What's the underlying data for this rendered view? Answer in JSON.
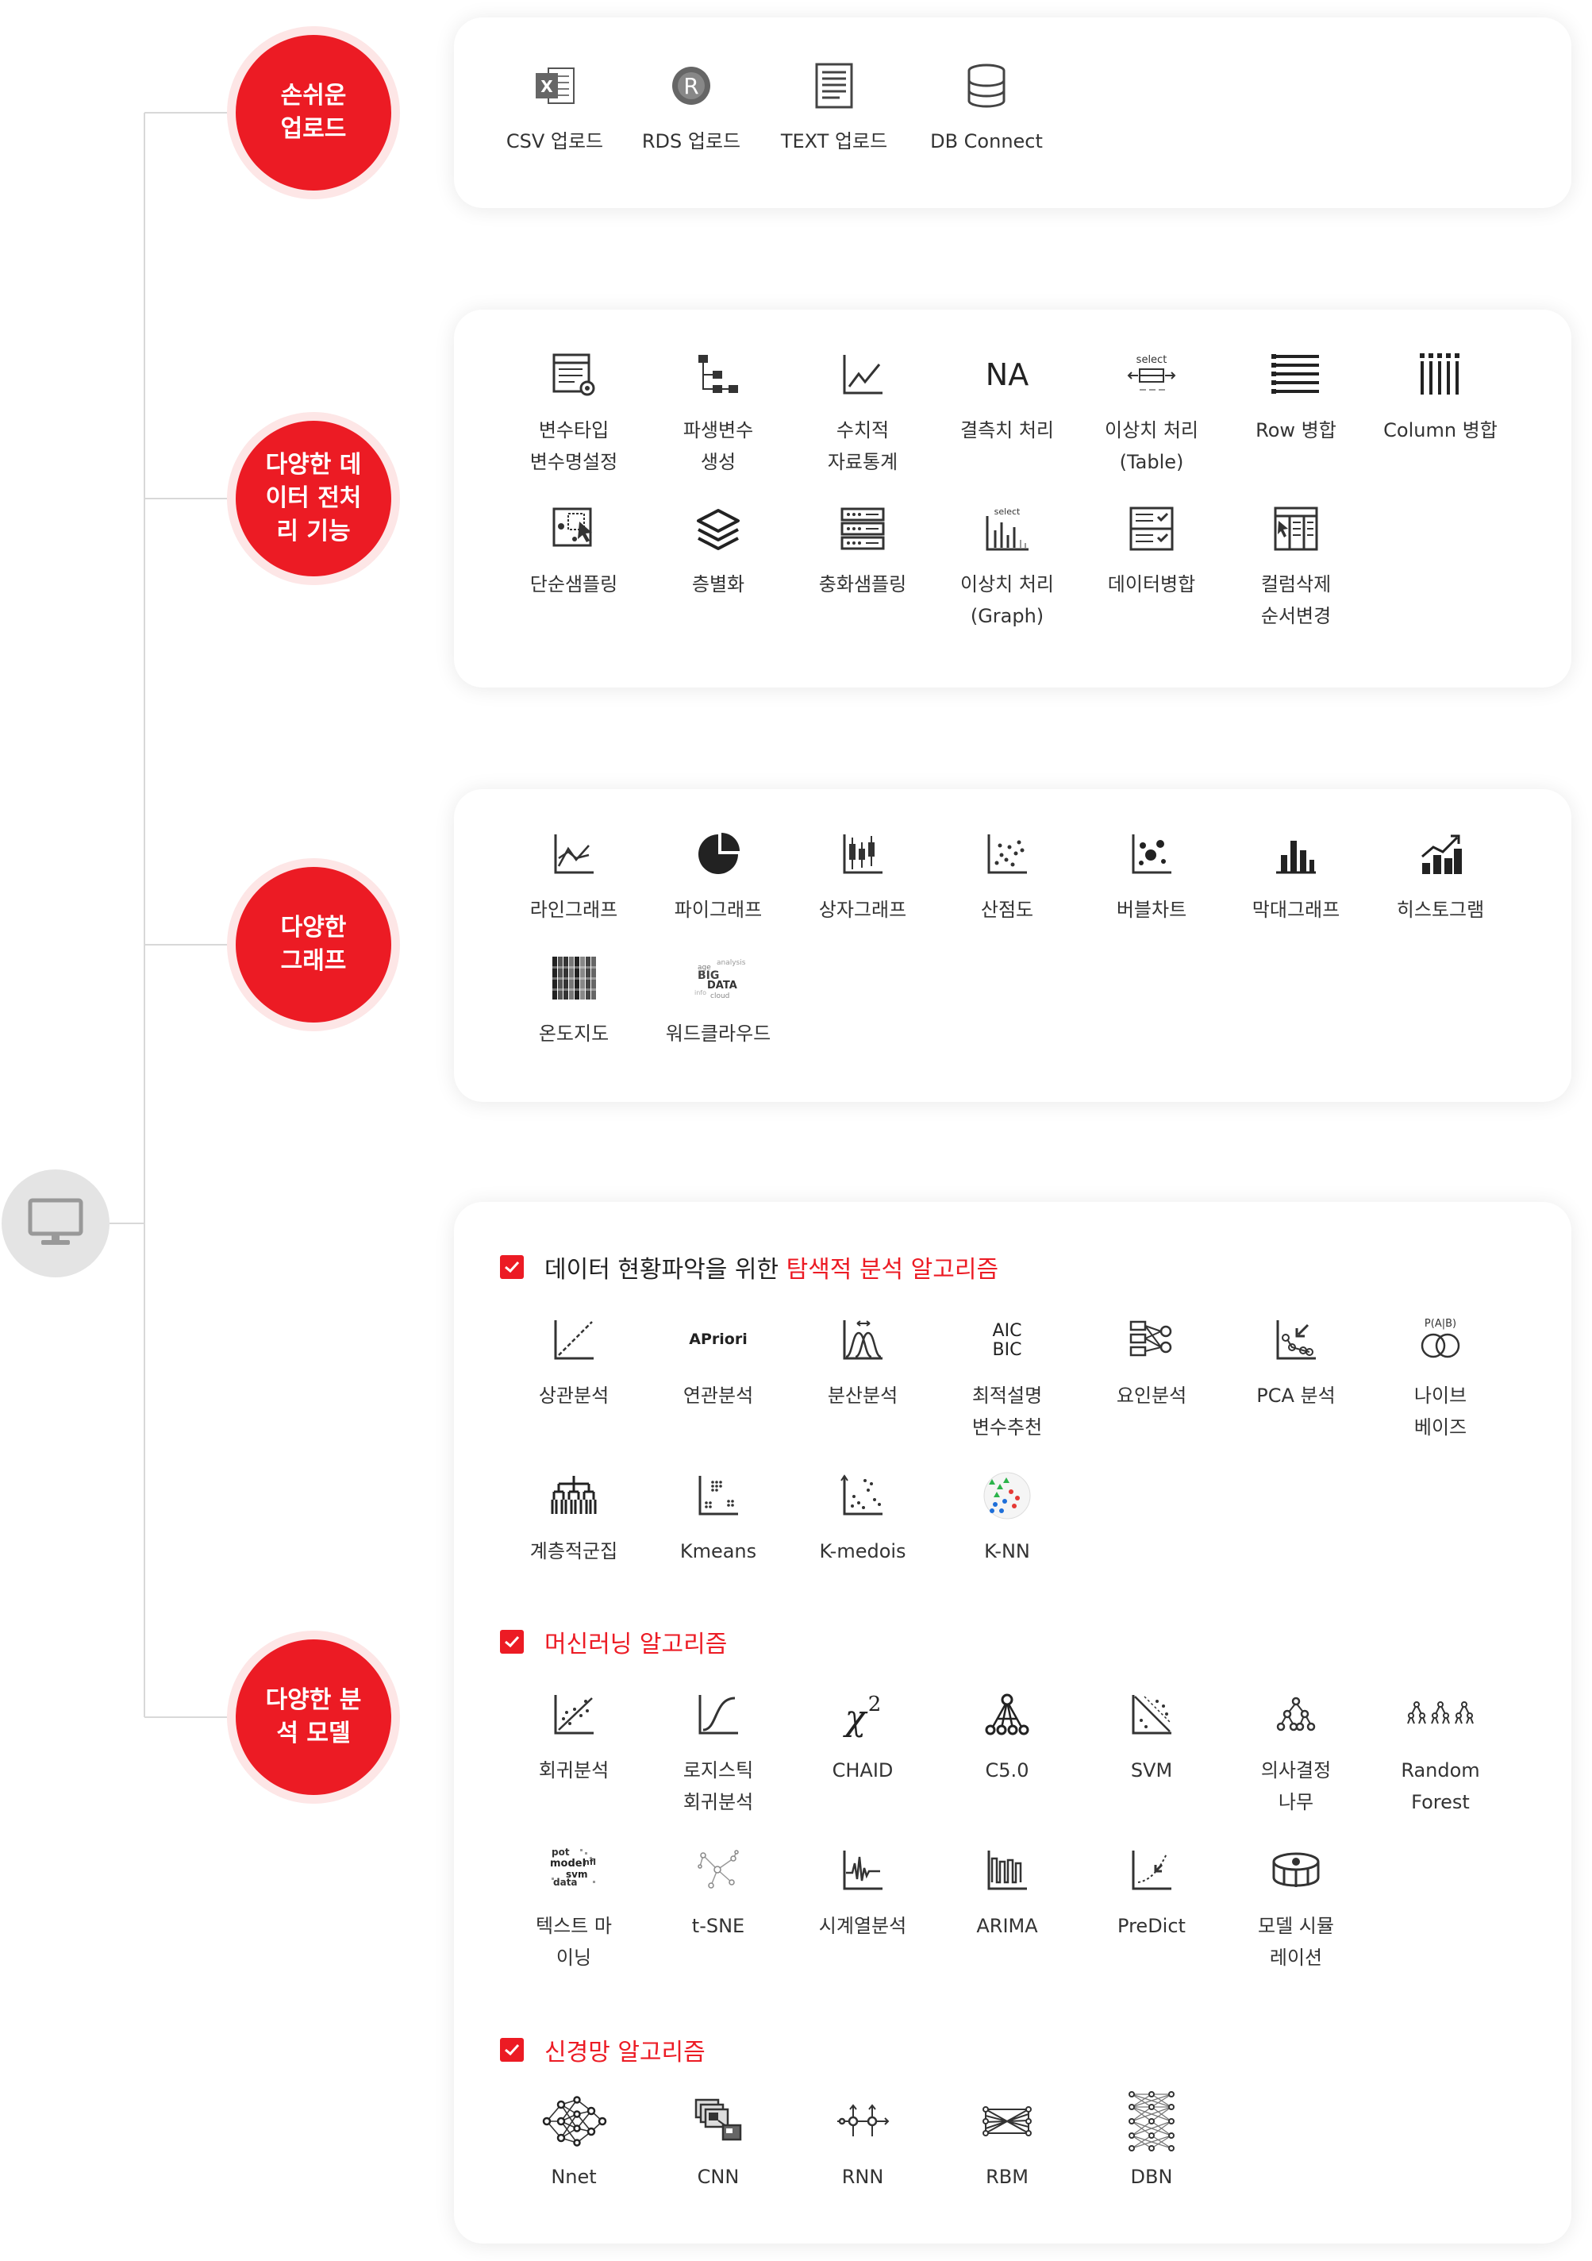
{
  "colors": {
    "accent": "#ec1b24",
    "accent_light": "#fde6e6",
    "root": "#e4e4e4"
  },
  "root": {
    "icon": "monitor-icon"
  },
  "categories": [
    {
      "label": "손쉬운\n업로드"
    },
    {
      "label": "다양한 데\n이터 전처\n리 기능"
    },
    {
      "label": "다양한\n그래프"
    },
    {
      "label": "다양한 분\n석 모델"
    }
  ],
  "upload": [
    {
      "label": "CSV 업로드",
      "icon": "excel-icon"
    },
    {
      "label": "RDS 업로드",
      "icon": "r-icon"
    },
    {
      "label": "TEXT 업로드",
      "icon": "text-file-icon"
    },
    {
      "label": "DB Connect",
      "icon": "database-icon"
    }
  ],
  "preprocess": [
    {
      "label": "변수타입\n변수명설정",
      "icon": "variable-settings-icon"
    },
    {
      "label": "파생변수\n생성",
      "icon": "derived-variable-icon"
    },
    {
      "label": "수치적\n자료통계",
      "icon": "stats-icon"
    },
    {
      "label": "결측치 처리",
      "icon": "na-icon",
      "text": "NA"
    },
    {
      "label": "이상치 처리\n(Table)",
      "icon": "outlier-table-icon",
      "text": "select"
    },
    {
      "label": "Row 병합",
      "icon": "row-merge-icon"
    },
    {
      "label": "Column 병합",
      "icon": "column-merge-icon"
    },
    {
      "label": "단순샘플링",
      "icon": "simple-sampling-icon"
    },
    {
      "label": "층별화",
      "icon": "layers-icon"
    },
    {
      "label": "충화샘플링",
      "icon": "stratified-sampling-icon"
    },
    {
      "label": "이상치 처리\n(Graph)",
      "icon": "outlier-graph-icon",
      "text": "select"
    },
    {
      "label": "데이터병합",
      "icon": "data-merge-icon"
    },
    {
      "label": "컬럼삭제\n순서변경",
      "icon": "column-reorder-icon"
    }
  ],
  "graphs": [
    {
      "label": "라인그래프",
      "icon": "line-chart-icon"
    },
    {
      "label": "파이그래프",
      "icon": "pie-chart-icon"
    },
    {
      "label": "상자그래프",
      "icon": "box-plot-icon"
    },
    {
      "label": "산점도",
      "icon": "scatter-icon"
    },
    {
      "label": "버블차트",
      "icon": "bubble-chart-icon"
    },
    {
      "label": "막대그래프",
      "icon": "bar-chart-icon"
    },
    {
      "label": "히스토그램",
      "icon": "histogram-icon"
    },
    {
      "label": "온도지도",
      "icon": "heatmap-icon"
    },
    {
      "label": "워드클라우드",
      "icon": "word-cloud-icon"
    }
  ],
  "analysis": {
    "sections": [
      {
        "prefix": "데이터 현황파악을 위한 ",
        "highlight": "탐색적 분석 알고리즘"
      },
      {
        "prefix": "",
        "highlight": "머신러닝 알고리즘"
      },
      {
        "prefix": "",
        "highlight": "신경망 알고리즘"
      }
    ],
    "exploratory": [
      {
        "label": "상관분석",
        "icon": "correlation-icon"
      },
      {
        "label": "연관분석",
        "icon": "apriori-icon",
        "text": "APriori"
      },
      {
        "label": "분산분석",
        "icon": "anova-icon"
      },
      {
        "label": "최적설명\n변수추천",
        "icon": "aic-bic-icon",
        "text": "AIC\nBIC"
      },
      {
        "label": "요인분석",
        "icon": "factor-analysis-icon"
      },
      {
        "label": "PCA 분석",
        "icon": "pca-icon"
      },
      {
        "label": "나이브\n베이즈",
        "icon": "naive-bayes-icon",
        "text": "P(A|B)"
      },
      {
        "label": "계층적군집",
        "icon": "hierarchical-cluster-icon"
      },
      {
        "label": "Kmeans",
        "icon": "kmeans-icon"
      },
      {
        "label": "K-medois",
        "icon": "kmedoids-icon"
      },
      {
        "label": "K-NN",
        "icon": "knn-icon"
      }
    ],
    "ml": [
      {
        "label": "회귀분석",
        "icon": "regression-icon"
      },
      {
        "label": "로지스틱\n회귀분석",
        "icon": "logistic-icon"
      },
      {
        "label": "CHAID",
        "icon": "chi-square-icon",
        "text": "χ",
        "sup": "2"
      },
      {
        "label": "C5.0",
        "icon": "c50-tree-icon"
      },
      {
        "label": "SVM",
        "icon": "svm-icon"
      },
      {
        "label": "의사결정\n나무",
        "icon": "decision-tree-icon"
      },
      {
        "label": "Random\nForest",
        "icon": "random-forest-icon"
      },
      {
        "label": "텍스트 마\n이닝",
        "icon": "text-mining-icon",
        "words": [
          "pot",
          "model",
          "nfl",
          "svm",
          "data"
        ]
      },
      {
        "label": "t-SNE",
        "icon": "tsne-icon"
      },
      {
        "label": "시계열분석",
        "icon": "time-series-icon"
      },
      {
        "label": "ARIMA",
        "icon": "arima-icon"
      },
      {
        "label": "PreDict",
        "icon": "predict-icon"
      },
      {
        "label": "모델 시뮬\n레이션",
        "icon": "simulation-icon"
      }
    ],
    "neural": [
      {
        "label": "Nnet",
        "icon": "nnet-icon"
      },
      {
        "label": "CNN",
        "icon": "cnn-icon"
      },
      {
        "label": "RNN",
        "icon": "rnn-icon"
      },
      {
        "label": "RBM",
        "icon": "rbm-icon"
      },
      {
        "label": "DBN",
        "icon": "dbn-icon"
      }
    ]
  }
}
